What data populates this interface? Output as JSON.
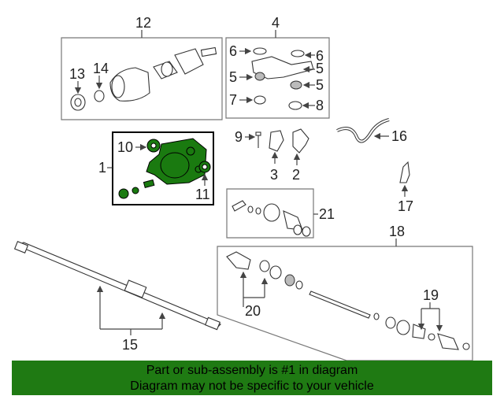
{
  "callouts": {
    "c1": "1",
    "c2": "2",
    "c3": "3",
    "c4": "4",
    "c5a": "5",
    "c5b": "5",
    "c5c": "5",
    "c6a": "6",
    "c6b": "6",
    "c7": "7",
    "c8": "8",
    "c9": "9",
    "c10": "10",
    "c11": "11",
    "c12": "12",
    "c13": "13",
    "c14": "14",
    "c15": "15",
    "c16": "16",
    "c17": "17",
    "c18": "18",
    "c19": "19",
    "c20": "20",
    "c21": "21"
  },
  "highlight_color": "#1a7a10",
  "footer": {
    "line1": "Part or sub-assembly is #1 in diagram",
    "line2": "Diagram may not be specific to your vehicle",
    "background": "#1f7a13"
  }
}
